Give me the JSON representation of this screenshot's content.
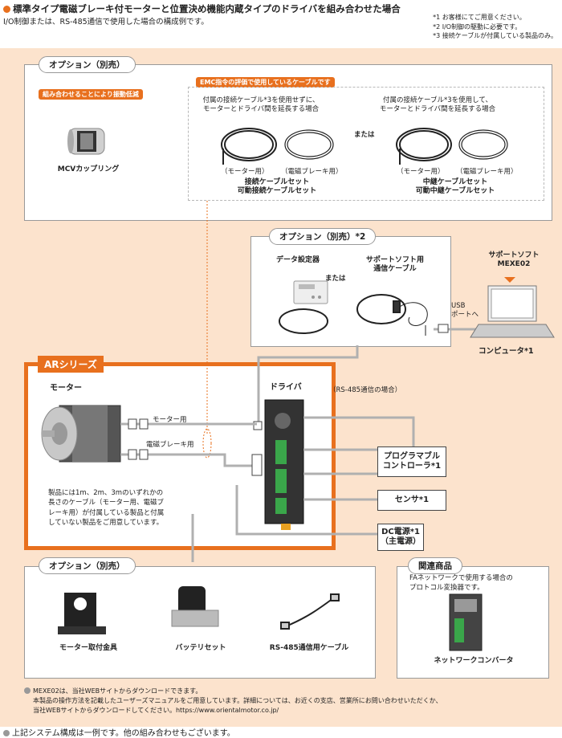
{
  "header": {
    "title": "標準タイプ電磁ブレーキ付モーターと位置決め機能内蔵タイプのドライバを組み合わせた場合",
    "subtitle": "I/O制御または、RS-485通信で使用した場合の構成例です。",
    "notes": [
      "*1 お客様にてご用意ください。",
      "*2 I/O制御の駆動に必要です。",
      "*3 接続ケーブルが付属している製品のみ。"
    ]
  },
  "option_top": {
    "title": "オプション（別売）",
    "vibration_tag": "組み合わせることにより振動低減",
    "emc_tag": "EMC指令の評価で使用しているケーブルです",
    "coupling_label": "MCVカップリング",
    "left_desc": [
      "付属の接続ケーブル*3を使用せずに、",
      "モーターとドライバ間を延長する場合"
    ],
    "right_desc": [
      "付属の接続ケーブル*3を使用して、",
      "モーターとドライバ間を延長する場合"
    ],
    "or_label": "または",
    "motor_use": "（モーター用）",
    "brake_use": "（電磁ブレーキ用）",
    "left_set": [
      "接続ケーブルセット",
      "可動接続ケーブルセット"
    ],
    "right_set": [
      "中継ケーブルセット",
      "可動中継ケーブルセット"
    ]
  },
  "option_mid": {
    "title": "オプション（別売）*2",
    "data_setter": "データ設定器",
    "or_label": "または",
    "support_cable": [
      "サポートソフト用",
      "通信ケーブル"
    ],
    "usb_label": [
      "USB",
      "ポートへ"
    ]
  },
  "pc": {
    "software_label": [
      "サポートソフト",
      "MEXE02"
    ],
    "computer_label": "コンピュータ*1"
  },
  "ar": {
    "title": "ARシリーズ",
    "motor_label": "モーター",
    "driver_label": "ドライバ",
    "rs485_label": "（RS-485通信の場合）",
    "motor_cable": "モーター用",
    "brake_cable": "電磁ブレーキ用",
    "description": [
      "製品には1m、2m、3mのいずれかの",
      "長さのケーブル（モーター用、電磁ブ",
      "レーキ用）が付属している製品と付属",
      "していない製品をご用意しています。"
    ]
  },
  "right_boxes": {
    "plc": [
      "プログラマブル",
      "コントローラ*1"
    ],
    "sensor": "センサ*1",
    "dc": [
      "DC電源*1",
      "（主電源）"
    ]
  },
  "option_bottom": {
    "title": "オプション（別売）",
    "bracket": "モーター取付金具",
    "battery": "バッテリセット",
    "rs485_cable": "RS-485通信用ケーブル"
  },
  "related": {
    "title": "関連商品",
    "desc": [
      "FAネットワークで使用する場合の",
      "プロトコル変換器です。"
    ],
    "converter": "ネットワークコンバータ"
  },
  "footer": {
    "lines": [
      "MEXE02は、当社WEBサイトからダウンロードできます。",
      "本製品の操作方法を記載したユーザーズマニュアルをご用意しています。詳細については、お近くの支店、営業所にお問い合わせいただくか、",
      "当社WEBサイトからダウンロードしてください。https://www.orientalmotor.co.jp/"
    ],
    "bottom_note": "上記システム構成は一例です。他の組み合わせもございます。"
  },
  "colors": {
    "accent": "#e8701e",
    "peach": "#fce3cd",
    "wire": "#b0b0b0"
  }
}
